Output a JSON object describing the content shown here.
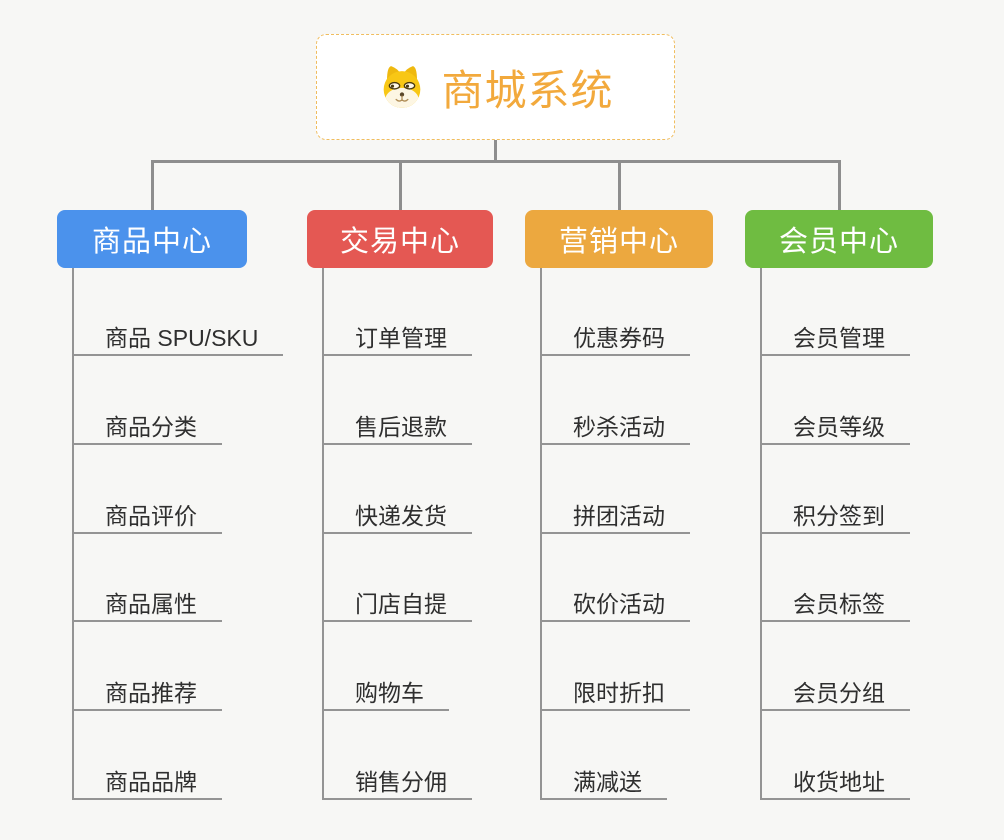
{
  "root": {
    "title": "商城系统",
    "icon": "dog-face-icon",
    "title_color": "#f2a93c",
    "border_color": "#f0bd5e"
  },
  "connector_color": "#8e8e8e",
  "background_color": "#f7f7f5",
  "branches": [
    {
      "label": "商品中心",
      "color": "#4b92ec",
      "children": [
        "商品 SPU/SKU",
        "商品分类",
        "商品评价",
        "商品属性",
        "商品推荐",
        "商品品牌"
      ]
    },
    {
      "label": "交易中心",
      "color": "#e45853",
      "children": [
        "订单管理",
        "售后退款",
        "快递发货",
        "门店自提",
        "购物车",
        "销售分佣"
      ]
    },
    {
      "label": "营销中心",
      "color": "#eca83f",
      "children": [
        "优惠券码",
        "秒杀活动",
        "拼团活动",
        "砍价活动",
        "限时折扣",
        "满减送"
      ]
    },
    {
      "label": "会员中心",
      "color": "#6fbc41",
      "children": [
        "会员管理",
        "会员等级",
        "积分签到",
        "会员标签",
        "会员分组",
        "收货地址"
      ]
    }
  ]
}
